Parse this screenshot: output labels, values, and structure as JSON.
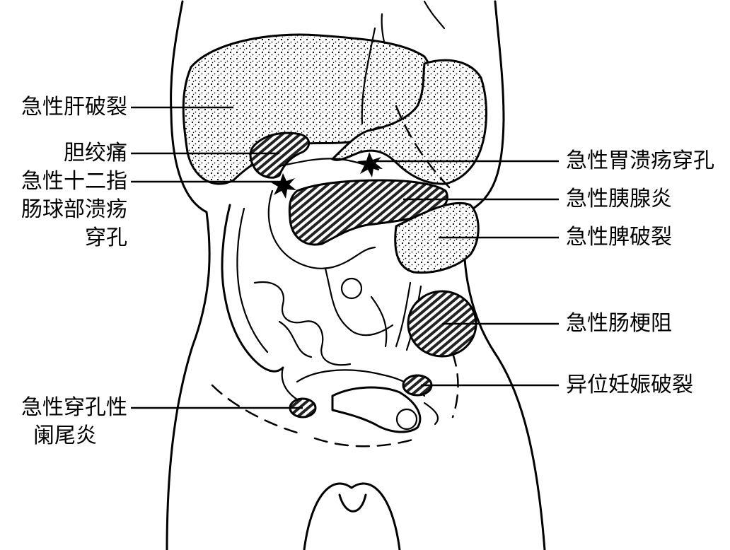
{
  "labels": {
    "liver_rupture": "急性肝破裂",
    "biliary_colic": "胆绞痛",
    "duodenal_perforation_line1": "急性十二指",
    "duodenal_perforation_line2": "肠球部溃疡",
    "duodenal_perforation_line3": "穿孔",
    "gastric_perforation": "急性胃溃疡穿孔",
    "pancreatitis": "急性胰腺炎",
    "spleen_rupture": "急性脾破裂",
    "intestinal_obstruction": "急性肠梗阻",
    "ectopic_pregnancy_rupture": "异位妊娠破裂",
    "appendicitis_line1": "急性穿孔性",
    "appendicitis_line2": "阑尾炎"
  }
}
